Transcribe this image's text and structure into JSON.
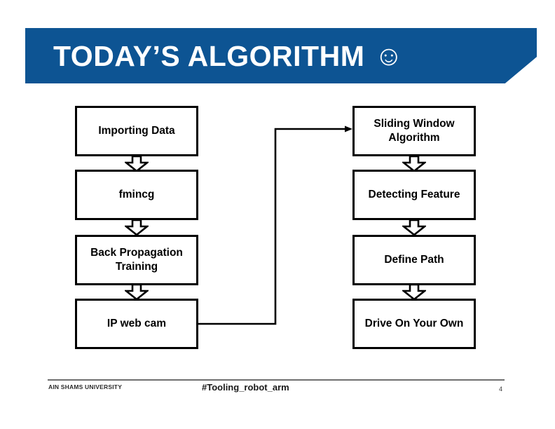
{
  "slide": {
    "title": "TODAY’S ALGORITHM",
    "title_emoji": "☺",
    "banner_color": "#0d5493",
    "background_color": "#ffffff"
  },
  "flowchart": {
    "left_column": [
      {
        "id": "importing-data",
        "label": "Importing Data"
      },
      {
        "id": "fmincg",
        "label": "fmincg"
      },
      {
        "id": "back-propagation-training",
        "label": "Back Propagation Training"
      },
      {
        "id": "ip-web-cam",
        "label": "IP web cam"
      }
    ],
    "right_column": [
      {
        "id": "sliding-window-algorithm",
        "label": "Sliding Window Algorithm"
      },
      {
        "id": "detecting-feature",
        "label": "Detecting Feature"
      },
      {
        "id": "define-path",
        "label": "Define Path"
      },
      {
        "id": "drive-on-your-own",
        "label": "Drive On Your Own"
      }
    ],
    "arrow_style": "hollow-block-down-arrow",
    "connector": {
      "from": "ip-web-cam",
      "to": "sliding-window-algorithm",
      "style": "elbow-line-with-arrowhead"
    }
  },
  "footer": {
    "organization": "AIN SHAMS UNIVERSITY",
    "tag": "#Tooling_robot_arm",
    "page_number": "4"
  }
}
